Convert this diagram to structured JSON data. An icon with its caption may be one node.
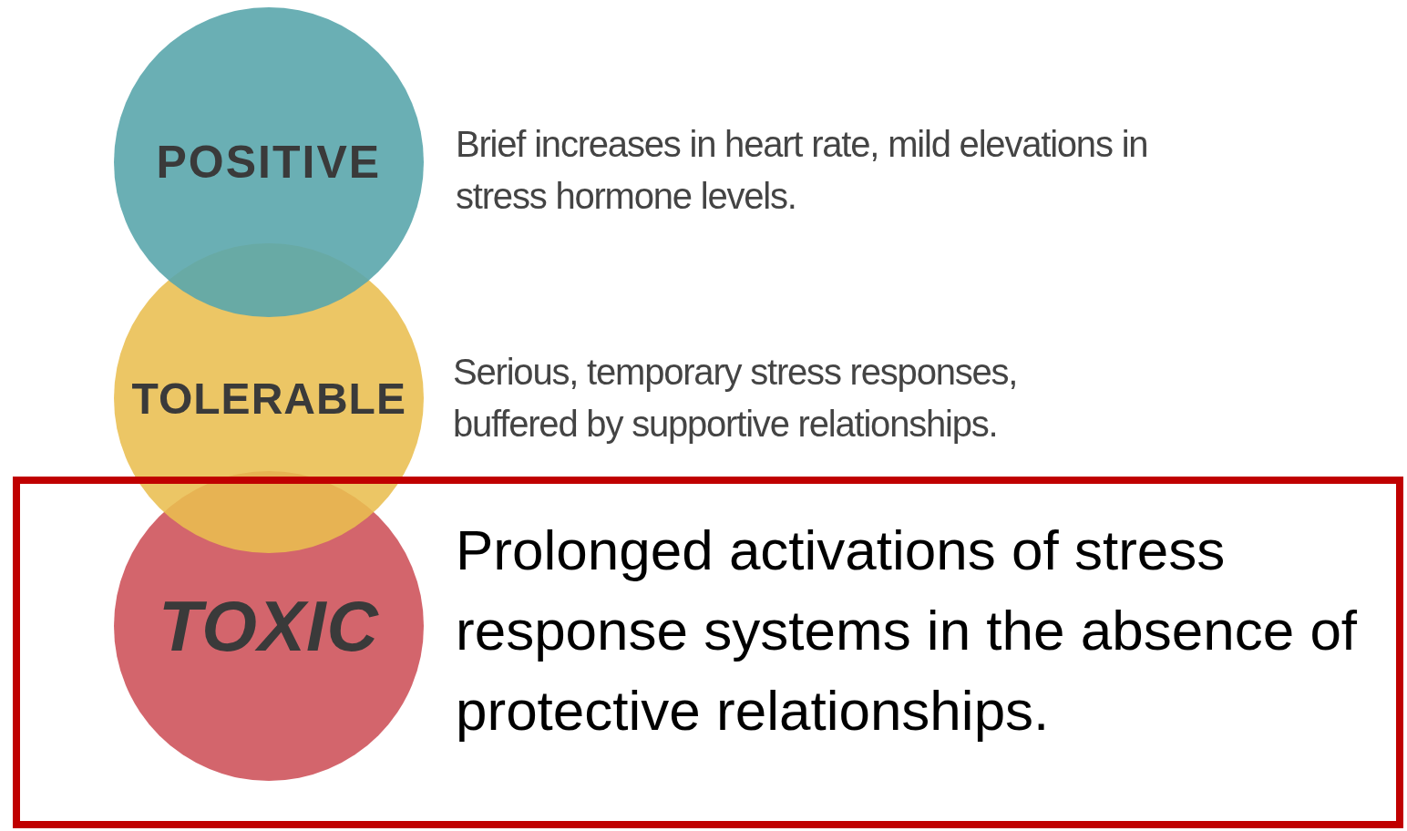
{
  "diagram": {
    "nodes": [
      {
        "text": [
          "POSITIVE"
        ],
        "beside": [
          "Brief increases in heart rate, mild elevations in stress hormone levels."
        ]
      },
      {
        "text": [
          "TOLERABLE"
        ],
        "beside": [
          "Serious, temporary stress responses, buffered by supportive relationships."
        ]
      },
      {
        "text": [
          "TOXIC"
        ],
        "beside": [
          "Prolonged activations of stress response systems in the absence of protective relationships."
        ]
      }
    ],
    "edges": []
  }
}
